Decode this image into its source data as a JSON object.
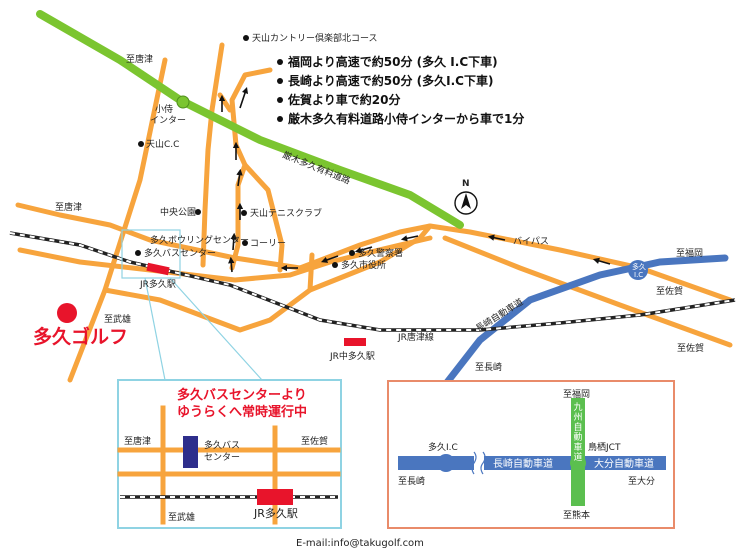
{
  "directions_notes": [
    "福岡より高速で約50分 (多久 I.C下車)",
    "長崎より高速で約50分 (多久I.C下車)",
    "佐賀より車で約20分",
    "厳木多久有料道路小侍インターから車で1分"
  ],
  "landmarks": {
    "tenzan_cc_north": "天山カントリー倶楽部北コース",
    "tenzan_cc": "天山C.C",
    "chuo_park": "中央公園",
    "tennis_club": "天山テニスクラブ",
    "bowling": "多久ボウリングセンター",
    "bus_center": "多久バスセンター",
    "corey": "コーリー",
    "police": "多久警察署",
    "city_hall": "多久市役所"
  },
  "places": {
    "kojamurai_ic": "小侍\nインター",
    "taku_ic": "多久\nI.C",
    "jr_taku": "JR多久駅",
    "jr_naka_taku": "JR中多久駅"
  },
  "roads": {
    "toll_road": "厳木多久有料道路",
    "bypass": "バイパス",
    "nagasaki_expressway": "長崎自動車道",
    "jr_karatsu_line": "JR唐津線"
  },
  "directions": {
    "to_karatsu_top": "至唐津",
    "to_karatsu_left": "至唐津",
    "to_fukuoka": "至福岡",
    "to_saga_1": "至佐賀",
    "to_saga_2": "至佐賀",
    "to_takeo": "至武雄",
    "to_nagasaki": "至長崎"
  },
  "compass": "N",
  "brand": "多久ゴルフ",
  "inset_bus": {
    "title_line1": "多久バスセンターより",
    "title_line2": "ゆうらくへ常時運行中",
    "to_karatsu": "至唐津",
    "to_saga": "至佐賀",
    "to_takeo": "至武雄",
    "bus_center": "多久バス\nセンター",
    "station": "JR多久駅"
  },
  "inset_highway": {
    "to_fukuoka": "至福岡",
    "kyushu_expressway": "九州自動車道",
    "taku_ic": "多久I.C",
    "tosu_jct": "鳥栖JCT",
    "nagasaki_expressway": "長崎自動車道",
    "oita_expressway": "大分自動車道",
    "to_nagasaki": "至長崎",
    "to_oita": "至大分",
    "to_kumamoto": "至熊本"
  },
  "email": "E-mail:info@takugolf.com",
  "colors": {
    "road": "#f7a43d",
    "toll_road": "#7bc530",
    "expressway": "#4a76bf",
    "brand_red": "#e8142b",
    "rail": "#222222",
    "inset_bus_border": "#8fd3e3",
    "inset_highway_border": "#e98b6a",
    "bus_center_marker": "#2e2e8c",
    "kyushu_expressway": "#5bbf4f"
  }
}
